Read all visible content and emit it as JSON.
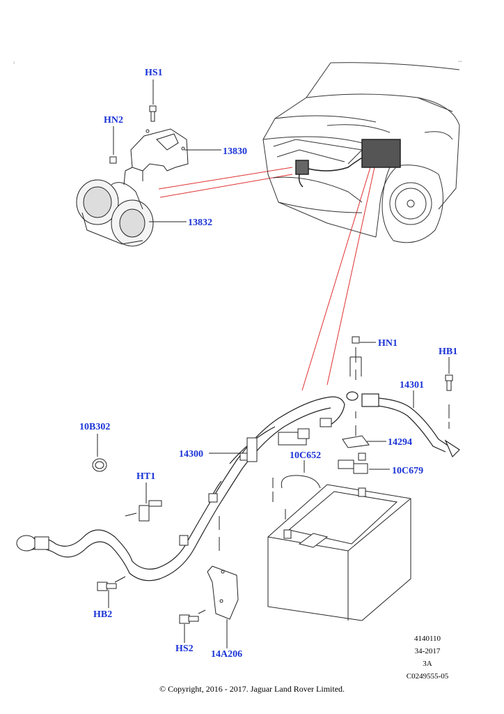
{
  "callouts": {
    "hs1": "HS1",
    "hn2": "HN2",
    "p13830": "13830",
    "p13832": "13832",
    "hn1": "HN1",
    "hb1": "HB1",
    "p14301": "14301",
    "p10b302": "10B302",
    "p14300": "14300",
    "p14294": "14294",
    "p10c652": "10C652",
    "p10c679": "10C679",
    "ht1": "HT1",
    "hb2": "HB2",
    "hs2": "HS2",
    "p14a206": "14A206"
  },
  "meta": {
    "code1": "4140110",
    "code2": "34-2017",
    "code3": "3A",
    "code4": "C0249555-05"
  },
  "copyright": "© Copyright, 2016 - 2017. Jaguar Land Rover Limited."
}
